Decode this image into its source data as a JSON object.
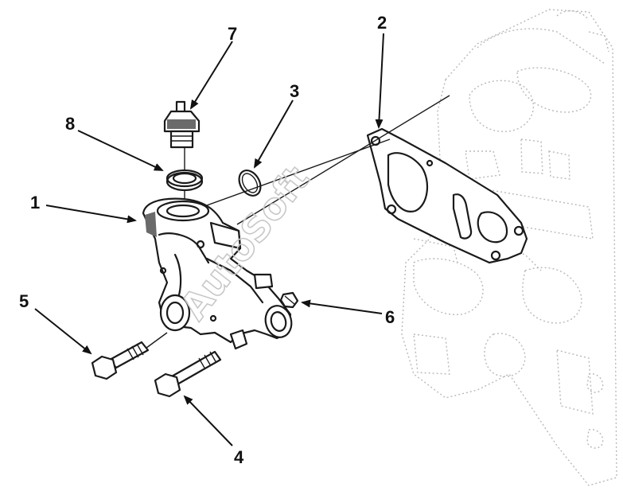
{
  "diagram": {
    "watermark": "AutoSoft",
    "callouts": [
      {
        "id": "1",
        "label": "1"
      },
      {
        "id": "2",
        "label": "2"
      },
      {
        "id": "3",
        "label": "3"
      },
      {
        "id": "4",
        "label": "4"
      },
      {
        "id": "5",
        "label": "5"
      },
      {
        "id": "6",
        "label": "6"
      },
      {
        "id": "7",
        "label": "7"
      },
      {
        "id": "8",
        "label": "8"
      }
    ],
    "colors": {
      "ink": "#1a1a1a",
      "ghost": "#b9b9b9",
      "watermark": "#c8c8c8"
    }
  }
}
